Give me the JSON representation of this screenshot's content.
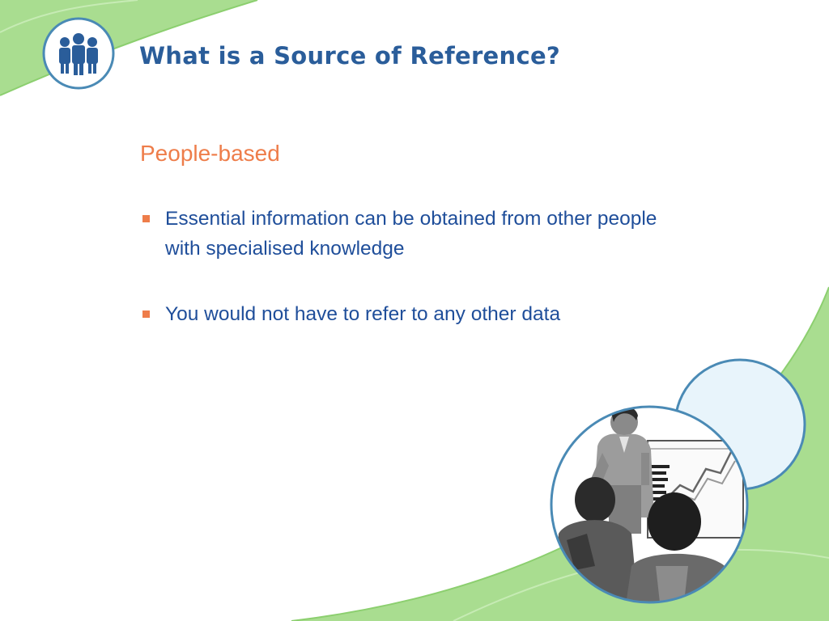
{
  "slide": {
    "title": "What is a Source of Reference?",
    "subheading": "People-based",
    "bullets": [
      {
        "text": "Essential information can be obtained from other people with specialised knowledge"
      },
      {
        "text": "You would not have to refer to any other data"
      }
    ]
  },
  "colors": {
    "green_band": "#a9dd90",
    "light_blue_circle": "#e8f4fb",
    "circle_outline": "#4a8ab5",
    "title": "#2a5d9a",
    "subheading": "#ee7d4a",
    "body_text": "#1f4e9a",
    "bullet_marker": "#ee7d4a"
  },
  "icons": {
    "logo": "people-group-icon",
    "illustration": "presenter-with-chart-illustration"
  }
}
